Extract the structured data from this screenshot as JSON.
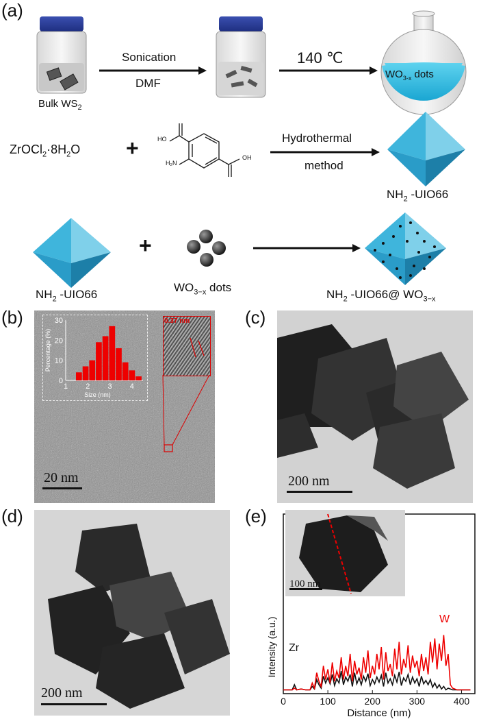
{
  "panels": {
    "a": "(a)",
    "b": "(b)",
    "c": "(c)",
    "d": "(d)",
    "e": "(e)"
  },
  "scheme": {
    "bulk_label": "Bulk WS",
    "bulk_sub": "2",
    "step1_top": "Sonication",
    "step1_bottom": "DMF",
    "step2_top": "140 ℃",
    "dots_flask_label": "WO",
    "dots_flask_sub": "3-x",
    "dots_flask_suffix": " dots",
    "zr_precursor": "ZrOCl",
    "zr_sub": "2",
    "zr_suffix": "·8H",
    "zr_sub2": "2",
    "zr_end": "O",
    "plus": "+",
    "step3_top": "Hydrothermal",
    "step3_bottom": "method",
    "mof_label_pre": "NH",
    "mof_label_sub": "2",
    "mof_label_post": " -UIO66",
    "dots_label": "WO",
    "dots_sub": "3−x",
    "dots_suffix": " dots",
    "product_pre": "NH",
    "product_sub": "2",
    "product_post": " -UIO66@ WO",
    "product_sub2": "3−x",
    "mol_ho": "HO",
    "mol_oh": "OH",
    "mol_nh2": "H₂N"
  },
  "panel_b": {
    "scale_text": "20  nm",
    "lattice_text": "0.37 nm"
  },
  "panel_c": {
    "scale_text": "200  nm"
  },
  "panel_d": {
    "scale_text": "200  nm"
  },
  "panel_e": {
    "inset_scale_text": "100  nm",
    "zr_label": "Zr",
    "w_label": "W"
  },
  "chart_data": [
    {
      "type": "bar",
      "title": "",
      "xlabel": "Size (nm)",
      "ylabel": "Percentage (%)",
      "xlim": [
        1,
        4.5
      ],
      "ylim": [
        0,
        30
      ],
      "x_ticks": [
        1,
        2,
        3,
        4
      ],
      "y_ticks": [
        0,
        10,
        20,
        30
      ],
      "categories": [
        1.6,
        1.9,
        2.2,
        2.5,
        2.8,
        3.1,
        3.4,
        3.7,
        4.0,
        4.3
      ],
      "values": [
        4,
        7,
        10,
        19,
        22,
        27,
        16,
        9,
        5,
        2
      ],
      "bar_color": "#ee0000"
    },
    {
      "type": "line",
      "title": "",
      "xlabel": "Distance (nm)",
      "ylabel": "Intensity (a.u.)",
      "xlim": [
        0,
        430
      ],
      "x_ticks": [
        0,
        100,
        200,
        300,
        400
      ],
      "series": [
        {
          "name": "Zr",
          "color": "#111111",
          "x": [
            0,
            20,
            25,
            30,
            40,
            50,
            60,
            65,
            70,
            75,
            80,
            85,
            90,
            95,
            100,
            105,
            110,
            115,
            120,
            125,
            130,
            135,
            140,
            145,
            150,
            155,
            160,
            165,
            170,
            175,
            180,
            185,
            190,
            195,
            200,
            205,
            210,
            215,
            220,
            225,
            230,
            235,
            240,
            245,
            250,
            255,
            260,
            265,
            270,
            275,
            280,
            285,
            290,
            295,
            300,
            305,
            310,
            315,
            320,
            325,
            330,
            335,
            340,
            345,
            350,
            355,
            360,
            365,
            370,
            375,
            380,
            390,
            400,
            410,
            420
          ],
          "y": [
            2,
            2,
            8,
            2,
            3,
            2,
            2,
            6,
            3,
            14,
            8,
            4,
            18,
            10,
            16,
            9,
            20,
            7,
            15,
            10,
            24,
            8,
            17,
            12,
            20,
            6,
            22,
            9,
            16,
            8,
            18,
            12,
            21,
            7,
            14,
            9,
            17,
            11,
            19,
            6,
            22,
            10,
            15,
            8,
            19,
            11,
            23,
            7,
            16,
            12,
            20,
            8,
            17,
            10,
            15,
            6,
            18,
            9,
            13,
            8,
            14,
            5,
            10,
            4,
            8,
            3,
            6,
            2,
            4,
            3,
            2,
            2,
            2,
            2,
            2
          ]
        },
        {
          "name": "W",
          "color": "#ee0000",
          "x": [
            0,
            20,
            25,
            30,
            40,
            50,
            60,
            65,
            70,
            75,
            80,
            85,
            90,
            95,
            100,
            105,
            110,
            115,
            120,
            125,
            130,
            135,
            140,
            145,
            150,
            155,
            160,
            165,
            170,
            175,
            180,
            185,
            190,
            195,
            200,
            205,
            210,
            215,
            220,
            225,
            230,
            235,
            240,
            245,
            250,
            255,
            260,
            265,
            270,
            275,
            280,
            285,
            290,
            295,
            300,
            305,
            310,
            315,
            320,
            325,
            330,
            335,
            340,
            345,
            350,
            355,
            360,
            365,
            370,
            375,
            380,
            390,
            400,
            410,
            420
          ],
          "y": [
            2,
            2,
            4,
            2,
            3,
            2,
            2,
            10,
            4,
            22,
            12,
            6,
            30,
            14,
            26,
            10,
            34,
            12,
            24,
            16,
            40,
            14,
            30,
            18,
            44,
            12,
            36,
            20,
            28,
            14,
            40,
            22,
            48,
            16,
            30,
            20,
            44,
            26,
            52,
            14,
            46,
            24,
            32,
            18,
            50,
            26,
            58,
            20,
            38,
            28,
            54,
            22,
            42,
            28,
            36,
            18,
            44,
            24,
            40,
            20,
            58,
            34,
            62,
            26,
            56,
            36,
            66,
            30,
            44,
            8,
            4,
            2,
            2,
            2,
            2
          ]
        }
      ]
    }
  ]
}
